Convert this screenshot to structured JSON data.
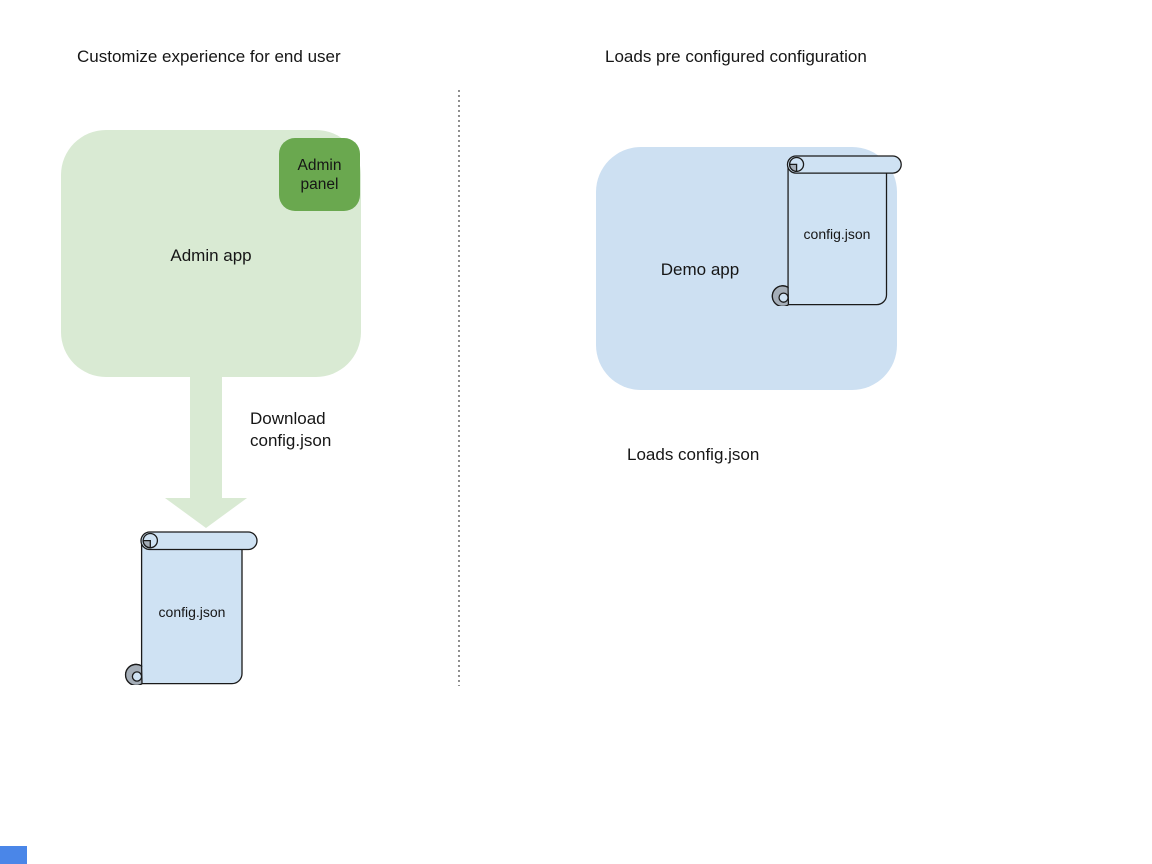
{
  "titles": {
    "left": "Customize experience for end user",
    "right": "Loads pre configured configuration"
  },
  "admin": {
    "app_label": "Admin app",
    "app_fill": "#d9ead3",
    "panel_label": "Admin panel",
    "panel_fill": "#6aa84f"
  },
  "download": {
    "caption_line1": "Download",
    "caption_line2": "config.json",
    "arrow_fill": "#d9ead3"
  },
  "demo": {
    "label": "Demo app",
    "fill": "#cde0f2"
  },
  "files": {
    "left_label": "config.json",
    "right_label": "config.json",
    "fill": "#cfe2f3",
    "curl_gray": "#a5aeb8"
  },
  "captions": {
    "loads": "Loads config.json"
  },
  "divider": {
    "color": "#8f8f8f",
    "style": "dotted"
  },
  "artifact": {
    "color": "#4a86e8"
  }
}
